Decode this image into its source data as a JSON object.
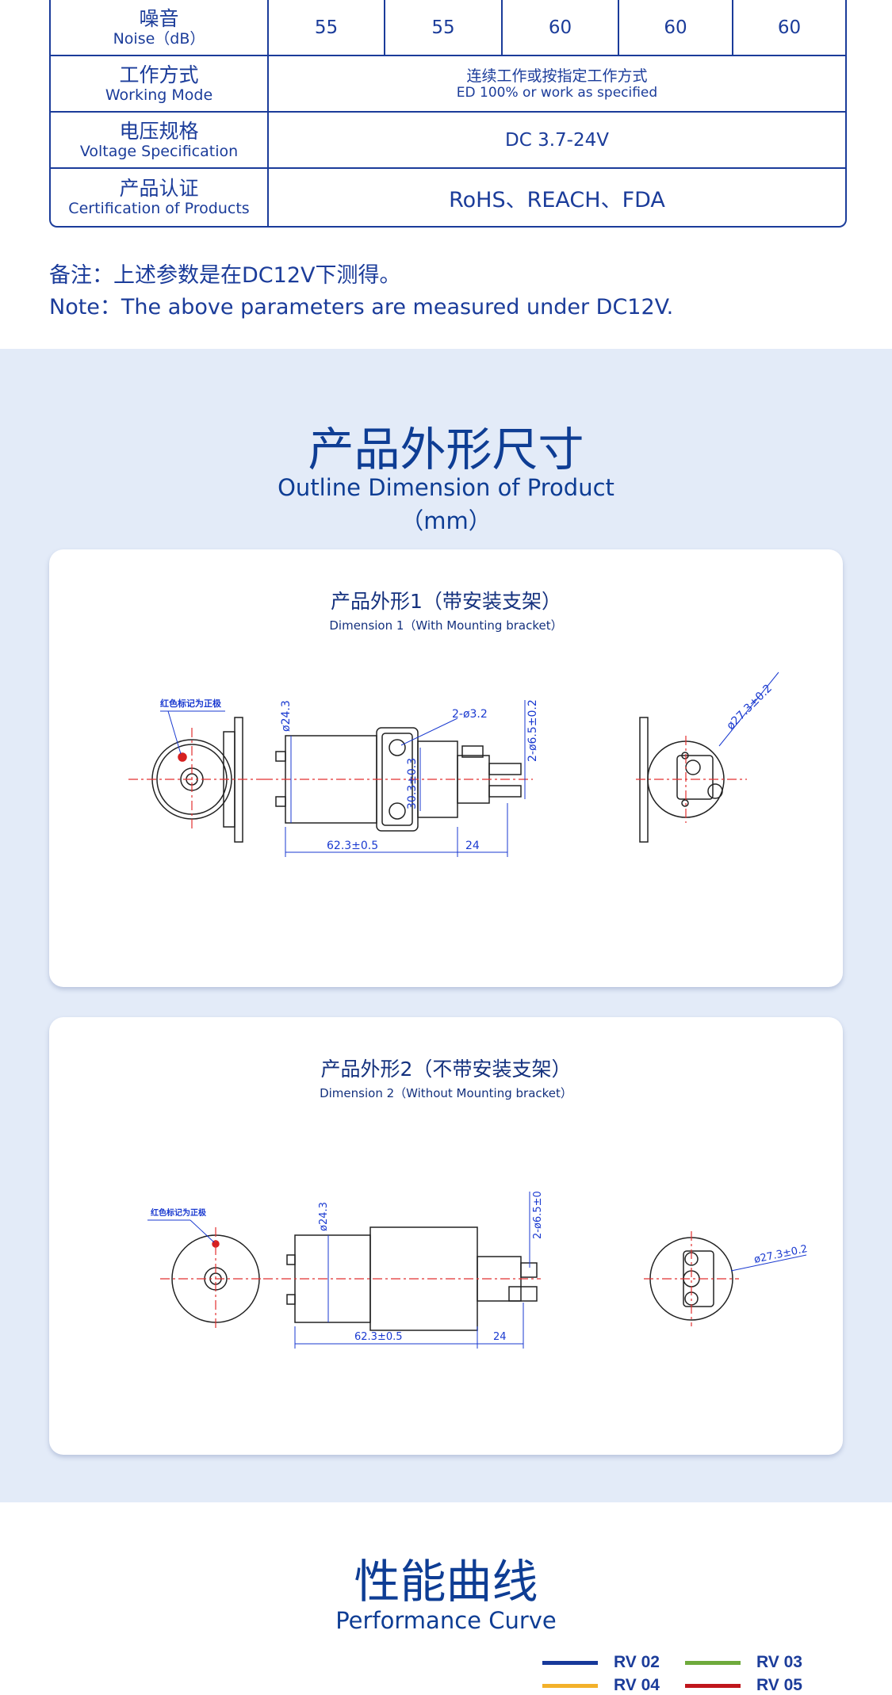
{
  "spec_table": {
    "noise": {
      "label_cn": "噪音",
      "label_en": "Noise（dB）",
      "values": [
        "55",
        "55",
        "60",
        "60",
        "60"
      ]
    },
    "working_mode": {
      "label_cn": "工作方式",
      "label_en": "Working Mode",
      "value_cn": "连续工作或按指定工作方式",
      "value_en": "ED 100% or work as specified"
    },
    "voltage": {
      "label_cn": "电压规格",
      "label_en": "Voltage Specification",
      "value": "DC 3.7-24V"
    },
    "certification": {
      "label_cn": "产品认证",
      "label_en": "Certification of Products",
      "value": "RoHS、REACH、FDA"
    }
  },
  "note": {
    "cn": "备注：上述参数是在DC12V下测得。",
    "en": "Note：The above parameters are measured under DC12V."
  },
  "outline": {
    "title_cn": "产品外形尺寸",
    "title_en": "Outline Dimension of Product",
    "unit": "（mm）",
    "dim1": {
      "title_cn": "产品外形1（带安装支架）",
      "title_en": "Dimension 1（With Mounting bracket）",
      "marker_note": "红色标记为正极",
      "labels": {
        "diameter": "ø24.3",
        "holes": "2-ø3.2",
        "hole_spacing": "30.3±0.3",
        "nozzle": "2-ø6.5±0.2",
        "length": "62.3±0.5",
        "head": "24",
        "head_dia": "ø27.3±0.2"
      }
    },
    "dim2": {
      "title_cn": "产品外形2（不带安装支架）",
      "title_en": "Dimension 2（Without Mounting bracket）",
      "marker_note": "红色标记为正极",
      "labels": {
        "diameter": "ø24.3",
        "nozzle": "2-ø6.5±0.2",
        "length": "62.3±0.5",
        "head": "24",
        "head_dia": "ø27.3±0.2"
      }
    }
  },
  "performance": {
    "title_cn": "性能曲线",
    "title_en": "Performance Curve",
    "legend": [
      {
        "label": "RV 02",
        "color": "#17399a"
      },
      {
        "label": "RV 03",
        "color": "#6eaa3c"
      },
      {
        "label": "RV 04",
        "color": "#f3b12a"
      },
      {
        "label": "RV 05",
        "color": "#c0161c"
      }
    ]
  }
}
